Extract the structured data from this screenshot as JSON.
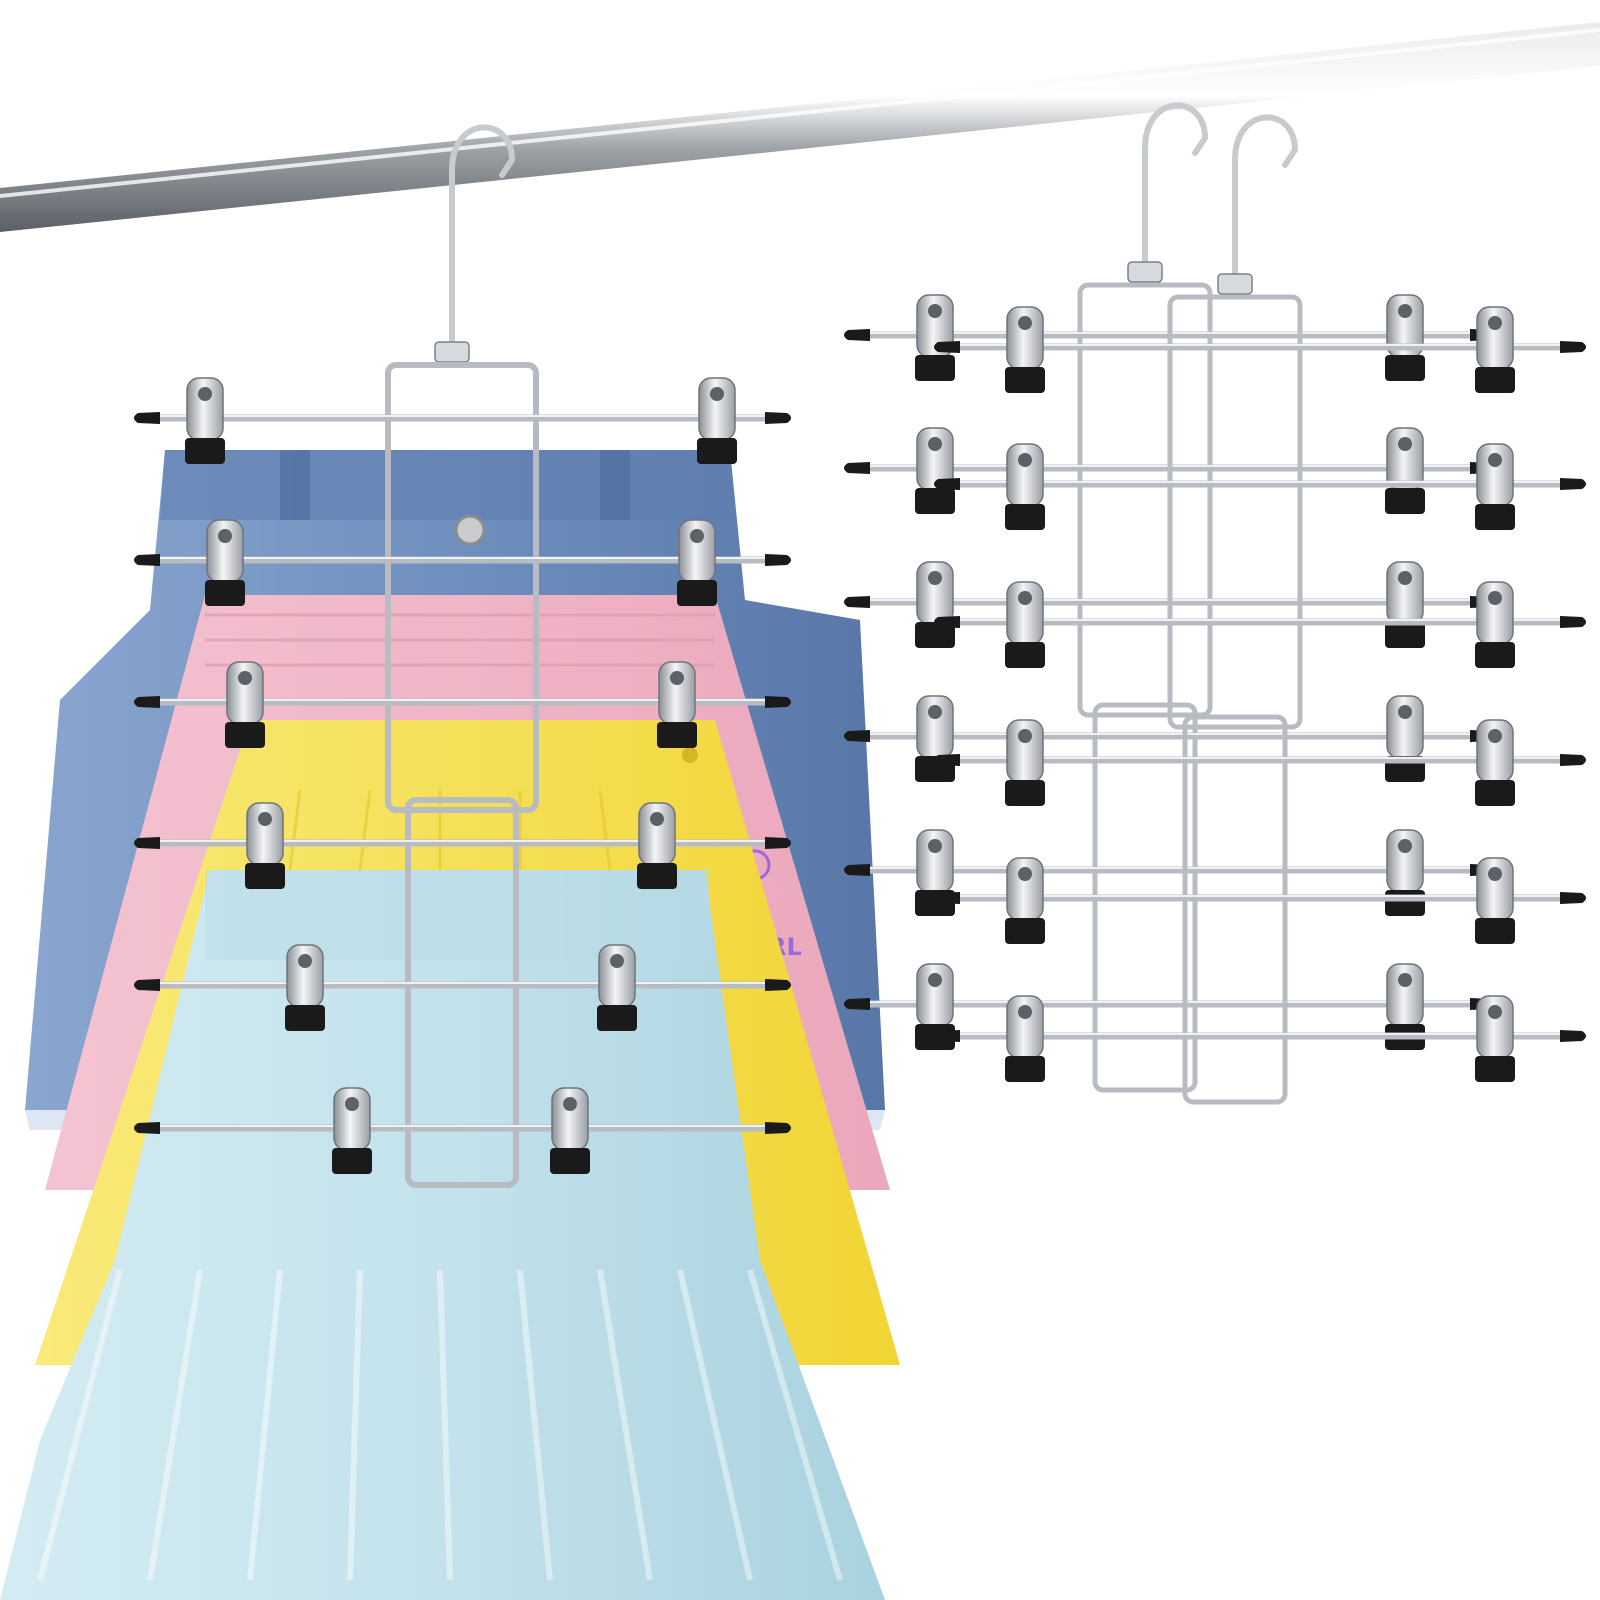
{
  "scene": {
    "description_tags": [
      "closet-rod",
      "multi-tier-hanger",
      "clip",
      "skirt"
    ],
    "skirts": [
      {
        "name": "denim",
        "color": "#6f8fbe"
      },
      {
        "name": "pink",
        "color": "#f2b7c8"
      },
      {
        "name": "yellow",
        "color": "#f5de4b"
      },
      {
        "name": "light-blue",
        "color": "#c3e2ec"
      }
    ],
    "print_text": "RL",
    "print_color": "#9a6ad8",
    "metal_color": "#b8bcc2",
    "clip_tip_color": "#1a1a1a",
    "rod_color": "#9ea3a8"
  }
}
